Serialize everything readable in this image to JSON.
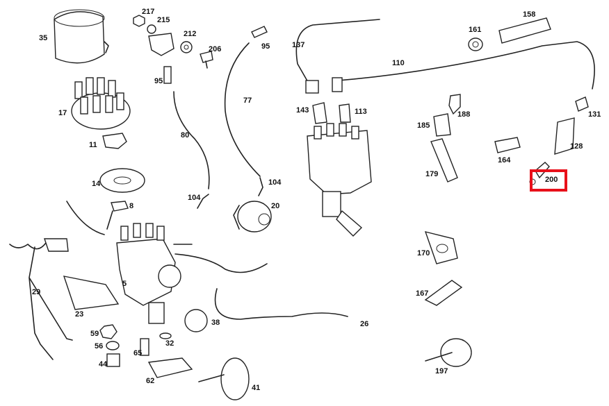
{
  "diagram": {
    "highlight_color": "#e8101a",
    "highlighted_part": "200",
    "parts": [
      {
        "id": "35"
      },
      {
        "id": "217"
      },
      {
        "id": "215"
      },
      {
        "id": "212"
      },
      {
        "id": "206"
      },
      {
        "id": "95a",
        "label": "95"
      },
      {
        "id": "95b",
        "label": "95"
      },
      {
        "id": "137"
      },
      {
        "id": "158"
      },
      {
        "id": "161"
      },
      {
        "id": "110"
      },
      {
        "id": "17"
      },
      {
        "id": "77"
      },
      {
        "id": "80"
      },
      {
        "id": "143"
      },
      {
        "id": "113"
      },
      {
        "id": "185"
      },
      {
        "id": "188"
      },
      {
        "id": "131"
      },
      {
        "id": "128"
      },
      {
        "id": "11"
      },
      {
        "id": "164"
      },
      {
        "id": "179"
      },
      {
        "id": "14"
      },
      {
        "id": "104a",
        "label": "104"
      },
      {
        "id": "104b",
        "label": "104"
      },
      {
        "id": "200"
      },
      {
        "id": "8"
      },
      {
        "id": "20"
      },
      {
        "id": "170"
      },
      {
        "id": "29"
      },
      {
        "id": "5"
      },
      {
        "id": "167"
      },
      {
        "id": "23"
      },
      {
        "id": "38"
      },
      {
        "id": "26"
      },
      {
        "id": "59"
      },
      {
        "id": "32"
      },
      {
        "id": "56"
      },
      {
        "id": "65"
      },
      {
        "id": "44"
      },
      {
        "id": "62"
      },
      {
        "id": "41"
      },
      {
        "id": "197"
      }
    ]
  }
}
